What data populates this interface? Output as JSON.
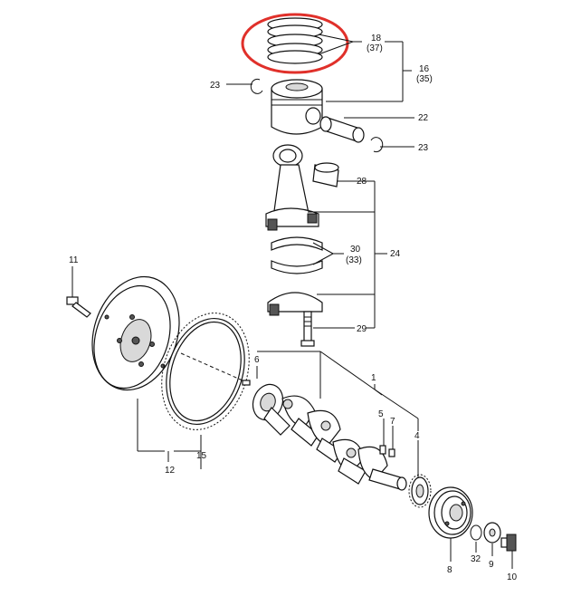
{
  "highlight_color": "#e0302a",
  "labels": {
    "p18": "18",
    "p37": "(37)",
    "p16": "16",
    "p35": "(35)",
    "p23a": "23",
    "p22": "22",
    "p23b": "23",
    "p28": "28",
    "p30": "30",
    "p33": "(33)",
    "p24": "24",
    "p29": "29",
    "p11": "11",
    "p6": "6",
    "p1": "1",
    "p5": "5",
    "p7": "7",
    "p4": "4",
    "p15": "15",
    "p12": "12",
    "p8": "8",
    "p32": "32",
    "p9": "9",
    "p10": "10"
  },
  "parts": [
    {
      "name": "piston-ring-set",
      "icon": "piston-rings-icon"
    },
    {
      "name": "piston",
      "icon": "piston-icon"
    },
    {
      "name": "piston-pin",
      "icon": "piston-pin-icon"
    },
    {
      "name": "circlip",
      "icon": "circlip-icon"
    },
    {
      "name": "connecting-rod",
      "icon": "connecting-rod-icon"
    },
    {
      "name": "bushing",
      "icon": "bushing-icon"
    },
    {
      "name": "bearing-shells",
      "icon": "bearing-icon"
    },
    {
      "name": "rod-bolt",
      "icon": "bolt-icon"
    },
    {
      "name": "flywheel",
      "icon": "flywheel-icon"
    },
    {
      "name": "ring-gear",
      "icon": "ring-gear-icon"
    },
    {
      "name": "crankshaft",
      "icon": "crankshaft-icon"
    },
    {
      "name": "crank-gear",
      "icon": "gear-icon"
    },
    {
      "name": "pulley",
      "icon": "pulley-icon"
    },
    {
      "name": "washer",
      "icon": "washer-icon"
    },
    {
      "name": "pulley-bolt",
      "icon": "bolt-icon"
    }
  ]
}
